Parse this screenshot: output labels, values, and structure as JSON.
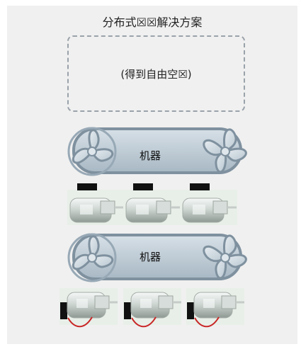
{
  "diagram": {
    "title": "分布式☒☒解决方案",
    "control_box": {
      "label": "(得到自由空☒)"
    },
    "machines": [
      {
        "label": "机器"
      },
      {
        "label": "机器"
      }
    ]
  }
}
